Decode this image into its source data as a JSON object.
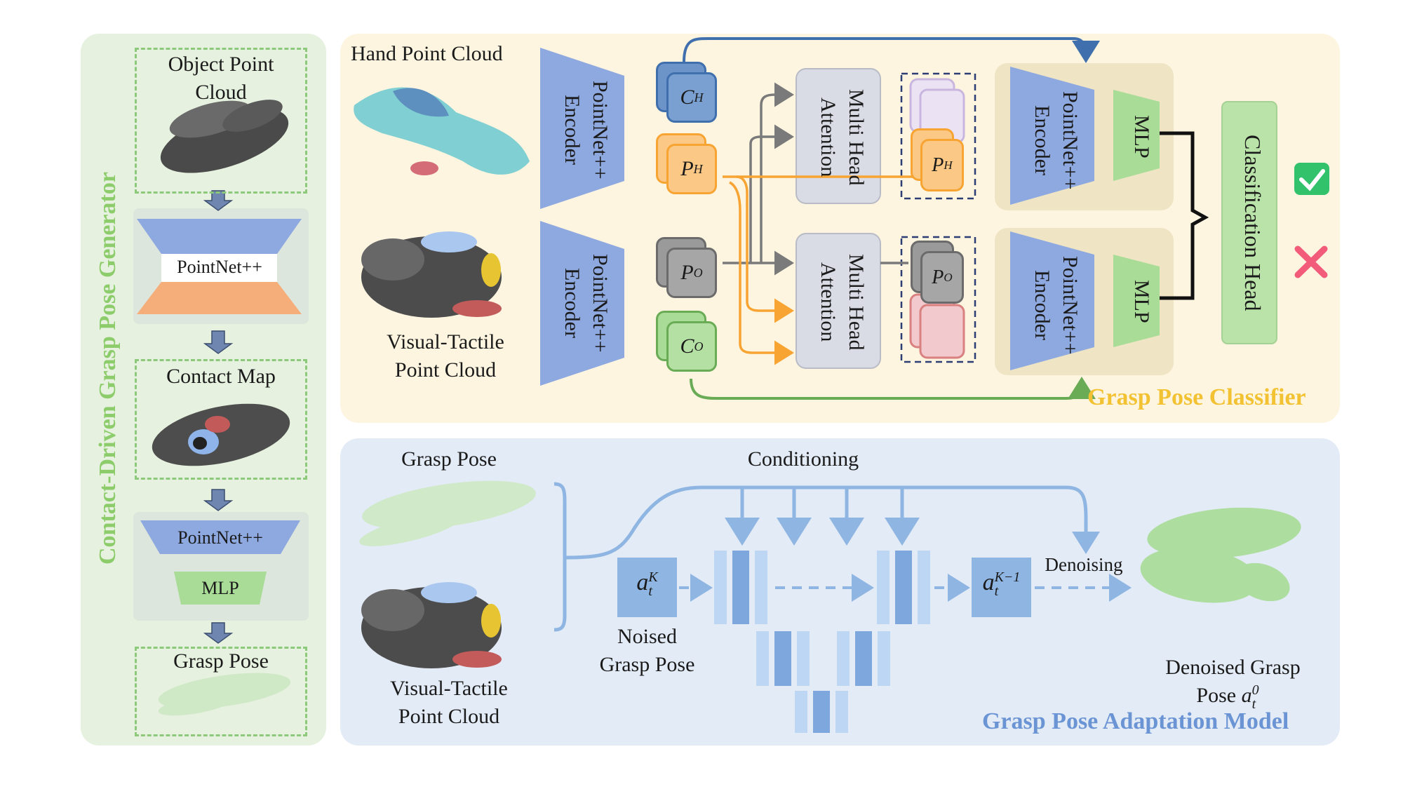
{
  "generator": {
    "title": "Contact-Driven Grasp Pose Generator",
    "object_label": "Object Point\nCloud",
    "encoder_label": "PointNet++",
    "contact_label": "Contact Map",
    "pointnet_label": "PointNet++",
    "mlp_label": "MLP",
    "pose_label": "Grasp Pose"
  },
  "classifier": {
    "title": "Grasp Pose Classifier",
    "hand_pc_label": "Hand Point Cloud",
    "vt_pc_label": "Visual-Tactile\nPoint Cloud",
    "encoder_label": "PointNet++\nEncoder",
    "tokens": {
      "c_h": "C",
      "c_h_sub": "H",
      "p_h": "P",
      "p_h_sub": "H",
      "p_o": "P",
      "p_o_sub": "O",
      "c_o": "C",
      "c_o_sub": "O"
    },
    "attention_label": "Multi Head\nAttention",
    "encoder2_label": "PointNet++\nEncoder",
    "mlp_label": "MLP",
    "head_label": "Classification Head",
    "accept_icon": "check-icon",
    "reject_icon": "cross-icon"
  },
  "adaptation": {
    "title": "Grasp Pose Adaptation Model",
    "grasp_pose_label": "Grasp Pose",
    "vt_pc_label": "Visual-Tactile\nPoint Cloud",
    "conditioning_label": "Conditioning",
    "noised_var": "a",
    "noised_sub": "t",
    "noised_sup": "K",
    "noised_label": "Noised\nGrasp Pose",
    "step_var": "a",
    "step_sub": "t",
    "step_sup": "K−1",
    "denoising_label": "Denoising",
    "denoised_label": "Denoised Grasp\nPose",
    "final_var": "a",
    "final_sub": "t",
    "final_sup": "0"
  },
  "colors": {
    "green_panel": "#e6f1df",
    "yellow_panel": "#fdf5e0",
    "blue_panel": "#e3ebf6",
    "encoder_blue": "#8ea8e0",
    "mlp_green": "#a9dc97",
    "orange": "#f7a432",
    "generator_title": "#8dcc6b",
    "classifier_title": "#f2c232",
    "adaptation_title": "#6a94d3"
  }
}
